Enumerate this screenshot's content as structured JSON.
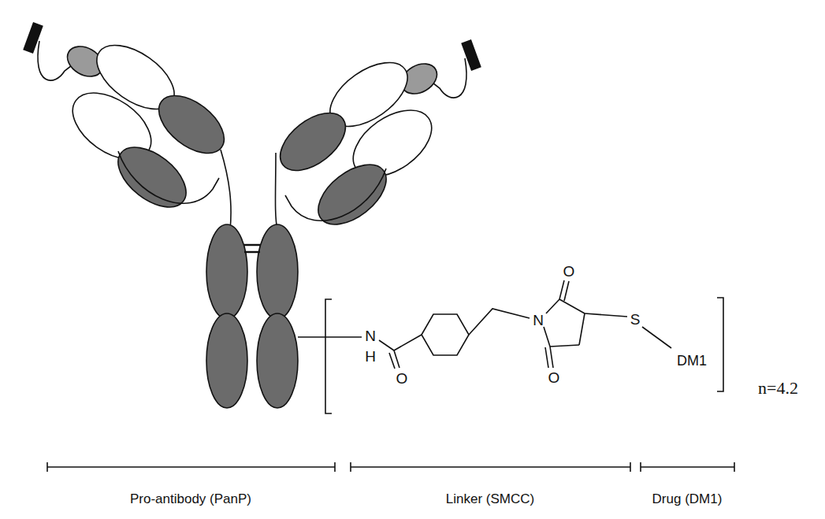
{
  "diagram": {
    "labels": [
      "N",
      "H",
      "O",
      "N",
      "O",
      "O",
      "S",
      "DM1",
      "n=4.2",
      "Pro-antibody (PanP)",
      "Linker (SMCC)",
      "Drug (DM1)"
    ]
  }
}
